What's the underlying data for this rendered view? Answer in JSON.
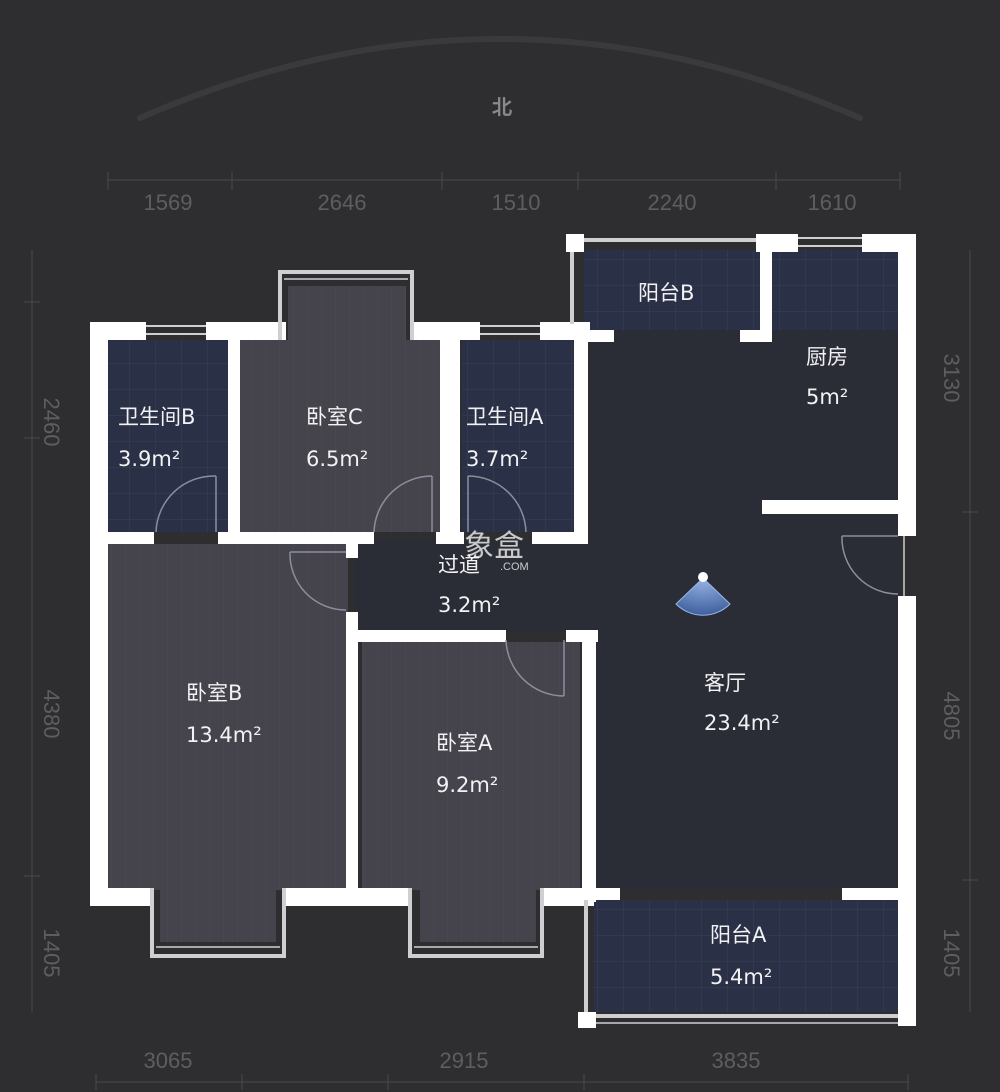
{
  "compass": {
    "north_label": "北"
  },
  "dimensions": {
    "top": [
      "1569",
      "2646",
      "1510",
      "2240",
      "1610"
    ],
    "bottom": [
      "3065",
      "2915",
      "3835"
    ],
    "left": [
      "2460",
      "4380",
      "1405"
    ],
    "right": [
      "3130",
      "4805",
      "1405"
    ]
  },
  "rooms": {
    "bathroom_b": {
      "name": "卫生间B",
      "area": "3.9m²"
    },
    "bedroom_c": {
      "name": "卧室C",
      "area": "6.5m²"
    },
    "bathroom_a": {
      "name": "卫生间A",
      "area": "3.7m²"
    },
    "balcony_b": {
      "name": "阳台B"
    },
    "kitchen": {
      "name": "厨房",
      "area": "5m²"
    },
    "corridor": {
      "name": "过道",
      "area": "3.2m²"
    },
    "living_room": {
      "name": "客厅",
      "area": "23.4m²"
    },
    "bedroom_b": {
      "name": "卧室B",
      "area": "13.4m²"
    },
    "bedroom_a": {
      "name": "卧室A",
      "area": "9.2m²"
    },
    "balcony_a": {
      "name": "阳台A",
      "area": "5.4m²"
    }
  },
  "watermark": {
    "brand": "象盒",
    "domain": ".COM"
  },
  "colors": {
    "background": "#2e2e30",
    "wall": "#ffffff",
    "wet_floor": "#2a3045",
    "wood_floor": "#45444c",
    "living_floor": "#2b2d36",
    "camera": "#6d8fc9"
  }
}
